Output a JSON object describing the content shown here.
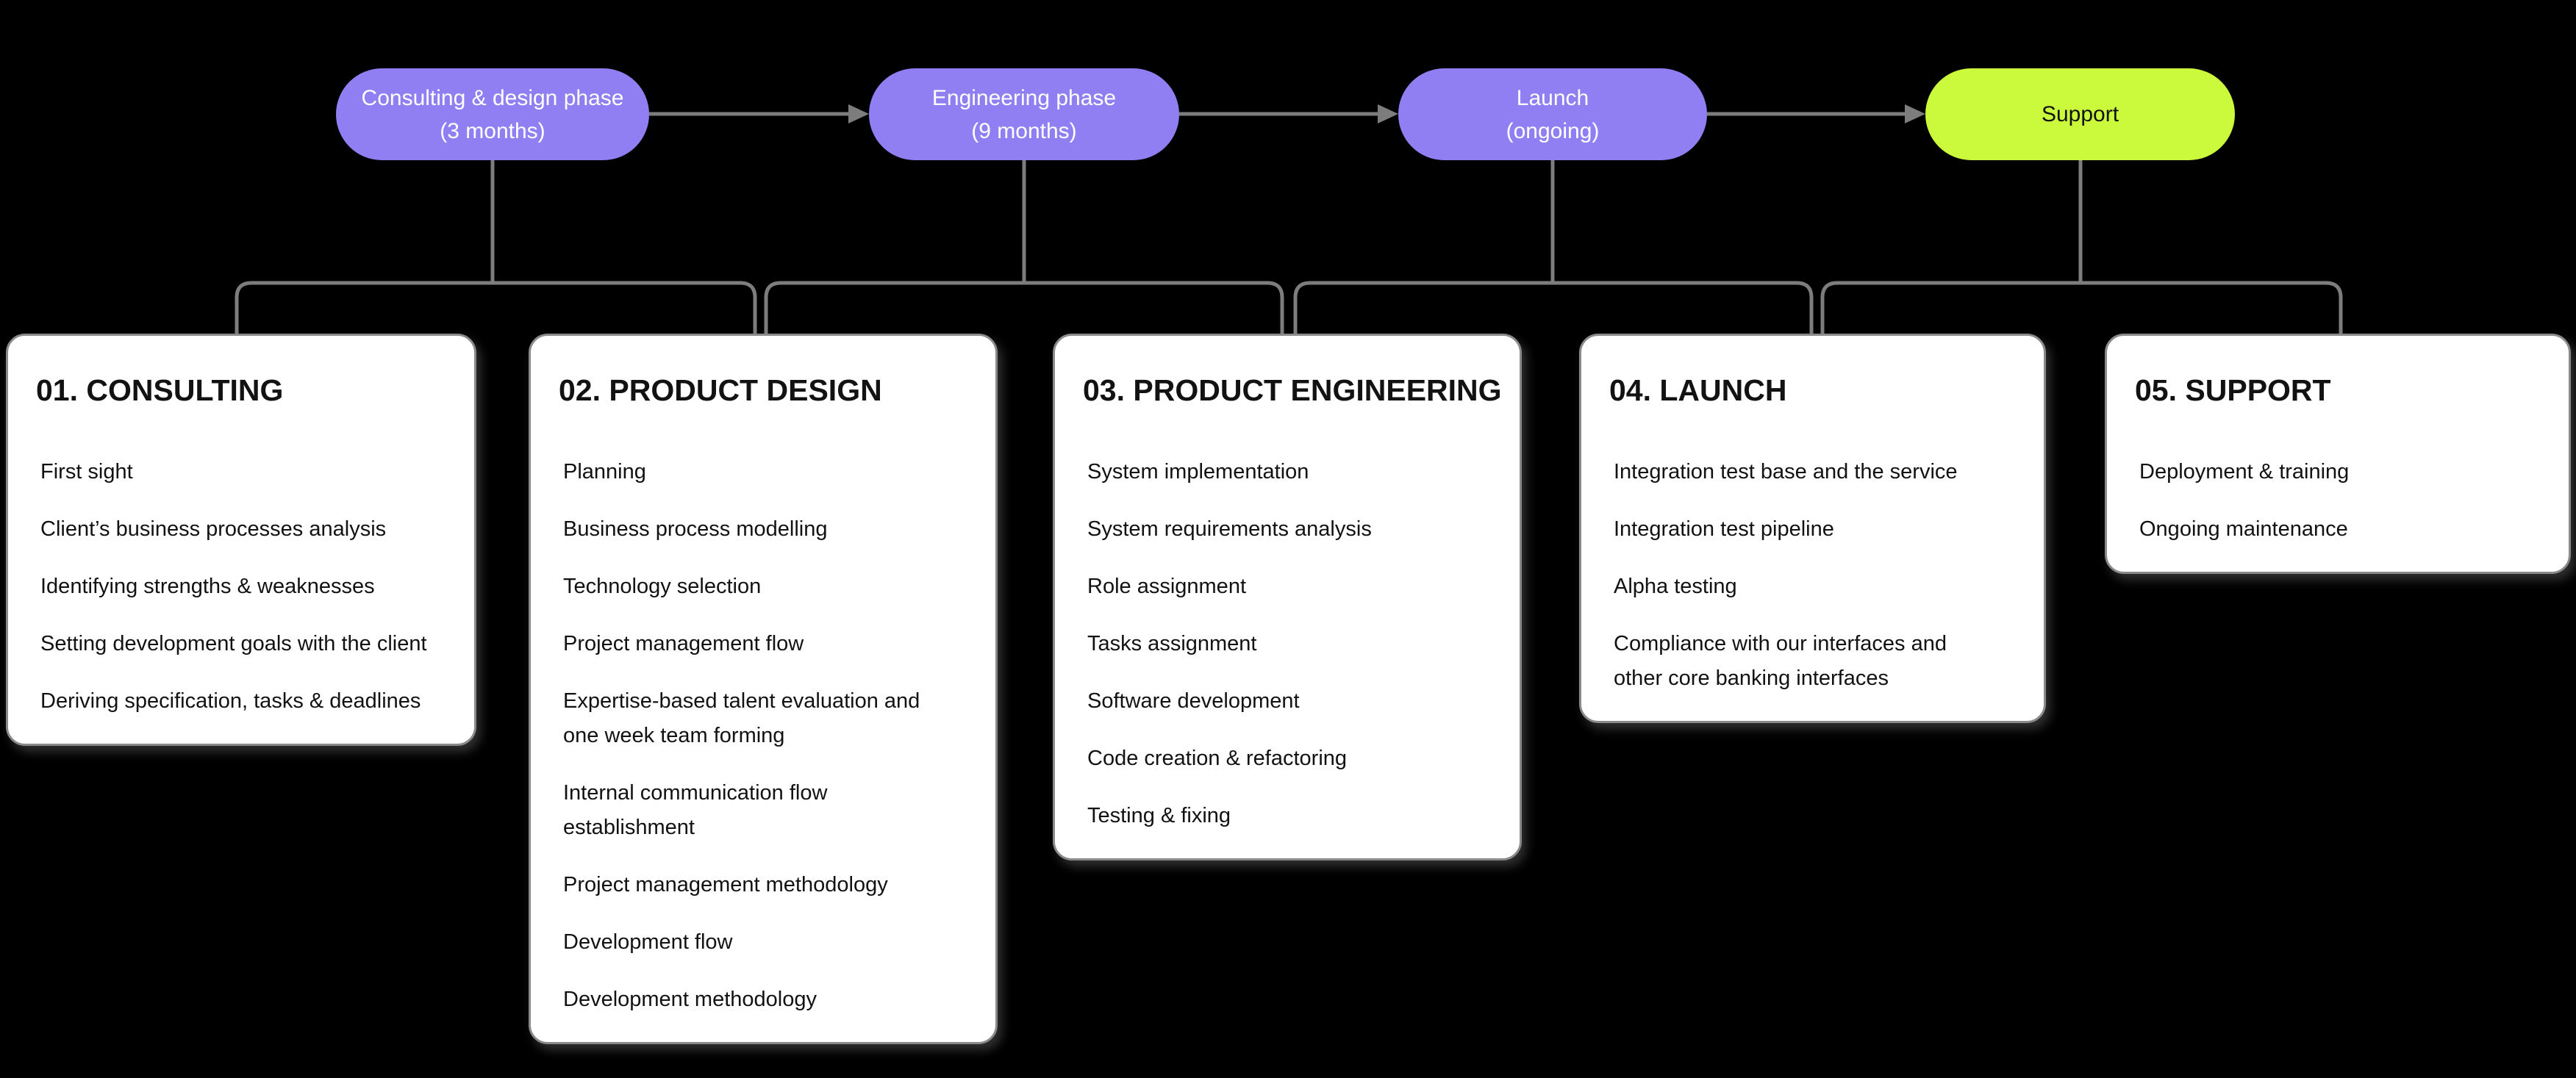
{
  "colors": {
    "background": "#000000",
    "connector": "#7D7D7D",
    "card_background": "#FFFFFF",
    "card_border": "#8A8A8A",
    "card_text": "#121212",
    "phase_purple": "#8F7FF2",
    "phase_lime": "#CBF93C"
  },
  "phases": [
    {
      "lines": [
        "Consulting & design phase",
        "(3 months)"
      ],
      "bg": "#8F7FF2",
      "fg": "#FFFFFF"
    },
    {
      "lines": [
        "Engineering phase",
        "(9 months)"
      ],
      "bg": "#8F7FF2",
      "fg": "#FFFFFF"
    },
    {
      "lines": [
        "Launch",
        "(ongoing)"
      ],
      "bg": "#8F7FF2",
      "fg": "#FFFFFF"
    },
    {
      "lines": [
        "Support"
      ],
      "bg": "#CBF93C",
      "fg": "#121212"
    }
  ],
  "cards": [
    {
      "title": "01. CONSULTING",
      "items": [
        [
          "First sight"
        ],
        [
          "Client’s business processes analysis"
        ],
        [
          "Identifying strengths & weaknesses"
        ],
        [
          "Setting development goals with the client"
        ],
        [
          "Deriving specification, tasks & deadlines"
        ]
      ]
    },
    {
      "title": "02. PRODUCT DESIGN",
      "items": [
        [
          "Planning"
        ],
        [
          "Business process modelling"
        ],
        [
          "Technology selection"
        ],
        [
          "Project management flow"
        ],
        [
          "Expertise-based talent evaluation and",
          "one week team forming"
        ],
        [
          "Internal communication flow",
          "establishment"
        ],
        [
          "Project management methodology"
        ],
        [
          "Development flow"
        ],
        [
          "Development methodology"
        ]
      ]
    },
    {
      "title": "03. PRODUCT ENGINEERING",
      "items": [
        [
          "System implementation"
        ],
        [
          "System requirements analysis"
        ],
        [
          "Role assignment"
        ],
        [
          "Tasks assignment"
        ],
        [
          "Software development"
        ],
        [
          "Code creation & refactoring"
        ],
        [
          "Testing & fixing"
        ]
      ]
    },
    {
      "title": "04. LAUNCH",
      "items": [
        [
          "Integration test base and the service"
        ],
        [
          "Integration test pipeline"
        ],
        [
          "Alpha testing"
        ],
        [
          "Compliance with our interfaces and",
          "other core banking interfaces"
        ]
      ]
    },
    {
      "title": "05. SUPPORT",
      "items": [
        [
          "Deployment & training"
        ],
        [
          "Ongoing maintenance"
        ]
      ]
    }
  ]
}
